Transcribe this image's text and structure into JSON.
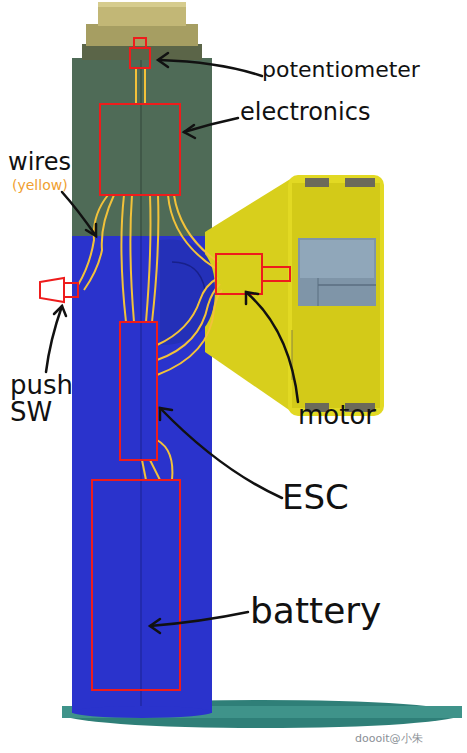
{
  "diagram": {
    "labels": [
      "potentiometer",
      "electronics",
      "wires",
      "(yellow)",
      "push SW",
      "motor",
      "ESC",
      "battery",
      "doooit@小朱"
    ]
  }
}
